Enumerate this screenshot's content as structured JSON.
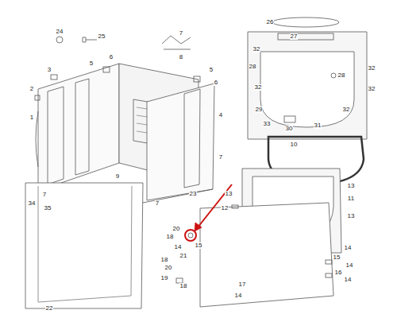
{
  "diagram": {
    "labels": [
      "24",
      "25",
      "7",
      "8",
      "26",
      "27",
      "3",
      "5",
      "6",
      "5",
      "6",
      "32",
      "28",
      "32",
      "2",
      "1",
      "4",
      "28",
      "32",
      "32",
      "29",
      "33",
      "30",
      "31",
      "32",
      "10",
      "7",
      "7",
      "9",
      "23",
      "34",
      "35",
      "7",
      "13",
      "13",
      "11",
      "13",
      "12",
      "20",
      "18",
      "14",
      "15",
      "18",
      "21",
      "20",
      "19",
      "18",
      "22",
      "14",
      "15",
      "14",
      "16",
      "17",
      "14",
      "14"
    ]
  }
}
